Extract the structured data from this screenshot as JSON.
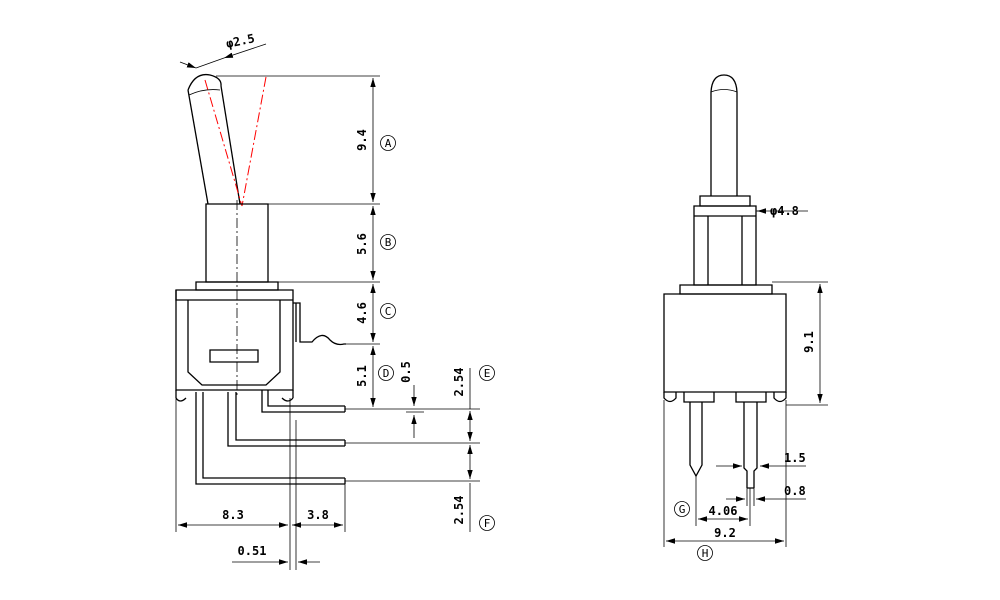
{
  "colors": {
    "line": "#000000",
    "centerline_accent": "#ff0000",
    "background": "#ffffff"
  },
  "left_view": {
    "dim_lever_dia": "φ2.5",
    "dim_a": "9.4",
    "dim_b": "5.6",
    "dim_c": "4.6",
    "dim_d": "5.1",
    "dim_d_gap": "0.5",
    "dim_e": "2.54",
    "dim_f": "2.54",
    "dim_width": "8.3",
    "dim_offset": "3.8",
    "dim_pin_thk": "0.51",
    "label_a": "A",
    "label_b": "B",
    "label_c": "C",
    "label_d": "D",
    "label_e": "E",
    "label_f": "F"
  },
  "right_view": {
    "dim_bushing_dia": "φ4.8",
    "dim_body_h": "9.1",
    "dim_pin_gap": "1.5",
    "dim_pin_w": "0.8",
    "dim_pitch": "4.06",
    "dim_body_w": "9.2",
    "label_g": "G",
    "label_h": "H"
  }
}
